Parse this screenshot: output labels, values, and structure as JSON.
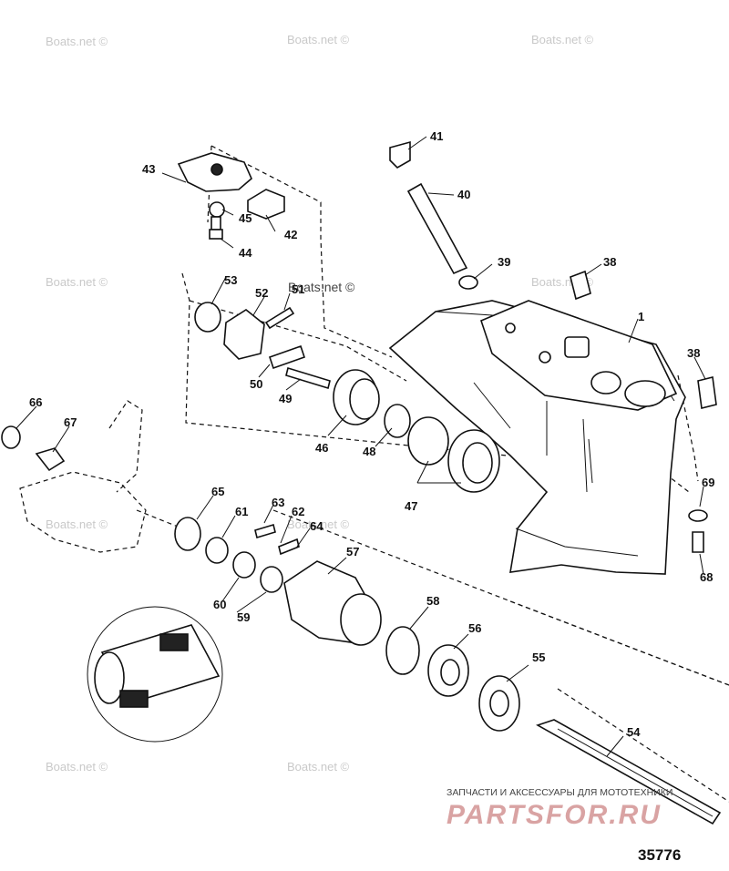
{
  "diagram": {
    "part_labels": [
      "1",
      "38",
      "38",
      "39",
      "40",
      "41",
      "42",
      "43",
      "44",
      "45",
      "46",
      "47",
      "48",
      "49",
      "50",
      "51",
      "52",
      "53",
      "54",
      "55",
      "56",
      "57",
      "58",
      "59",
      "60",
      "61",
      "62",
      "63",
      "64",
      "65",
      "66",
      "67",
      "68",
      "69"
    ],
    "watermark_text": "Boats.net ©",
    "watermark_prominent": "Boats.net ©",
    "drawing_number": "35776",
    "brand_caption": "ЗАПЧАСТИ И АКСЕССУАРЫ ДЛЯ МОТОТЕХНИКИ",
    "brand_logo": "PARTSFOR.RU"
  }
}
